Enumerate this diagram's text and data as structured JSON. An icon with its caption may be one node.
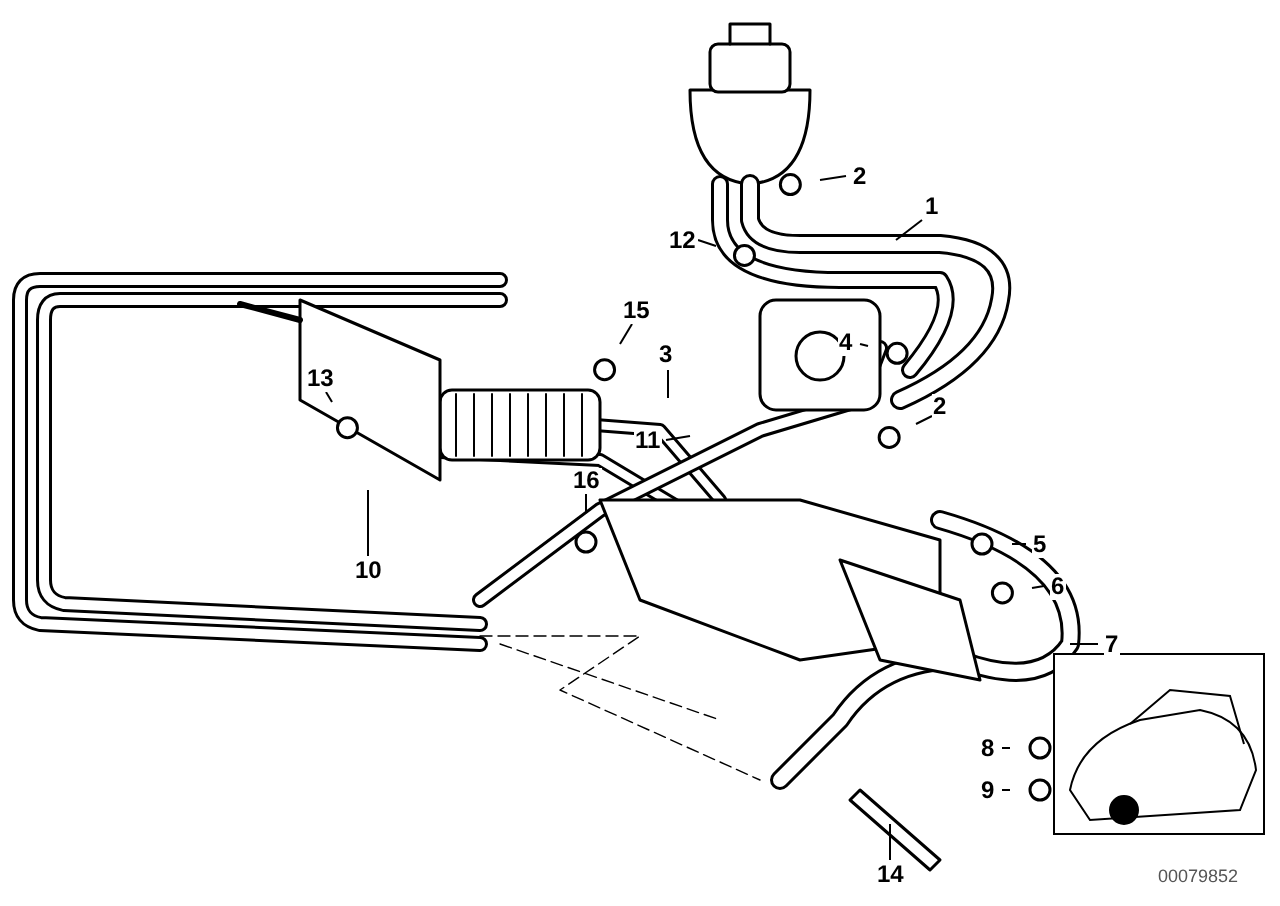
{
  "diagram": {
    "nodes": [
      {
        "text": [
          "2"
        ]
      },
      {
        "text": [
          "1"
        ]
      },
      {
        "text": [
          "12"
        ]
      },
      {
        "text": [
          "15"
        ]
      },
      {
        "text": [
          "4"
        ]
      },
      {
        "text": [
          "3"
        ]
      },
      {
        "text": [
          "13"
        ]
      },
      {
        "text": [
          "2"
        ]
      },
      {
        "text": [
          "11"
        ]
      },
      {
        "text": [
          "16"
        ]
      },
      {
        "text": [
          "5"
        ]
      },
      {
        "text": [
          "10"
        ]
      },
      {
        "text": [
          "6"
        ]
      },
      {
        "text": [
          "7"
        ]
      },
      {
        "text": [
          "8"
        ]
      },
      {
        "text": [
          "9"
        ]
      },
      {
        "text": [
          "14"
        ]
      }
    ],
    "edges": [
      {
        "from": 0,
        "to": null,
        "arrow": "none"
      },
      {
        "from": 1,
        "to": null,
        "arrow": "none"
      },
      {
        "from": 2,
        "to": null,
        "arrow": "none"
      },
      {
        "from": 3,
        "to": null,
        "arrow": "none"
      },
      {
        "from": 4,
        "to": null,
        "arrow": "none"
      },
      {
        "from": 5,
        "to": null,
        "arrow": "none"
      },
      {
        "from": 6,
        "to": null,
        "arrow": "none"
      },
      {
        "from": 7,
        "to": null,
        "arrow": "none"
      },
      {
        "from": 8,
        "to": null,
        "arrow": "none"
      },
      {
        "from": 9,
        "to": null,
        "arrow": "none"
      },
      {
        "from": 10,
        "to": null,
        "arrow": "none"
      },
      {
        "from": 11,
        "to": null,
        "arrow": "none"
      },
      {
        "from": 12,
        "to": null,
        "arrow": "none"
      },
      {
        "from": 13,
        "to": null,
        "arrow": "none"
      },
      {
        "from": 14,
        "to": null,
        "arrow": "none"
      },
      {
        "from": 15,
        "to": null,
        "arrow": "none"
      },
      {
        "from": 16,
        "to": null,
        "arrow": "none"
      }
    ],
    "labels": [
      "00079852"
    ]
  }
}
